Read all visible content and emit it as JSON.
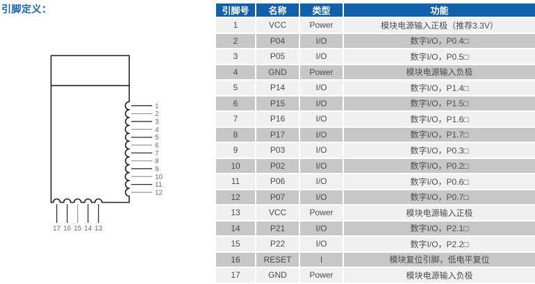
{
  "title": "引脚定义：",
  "colors": {
    "title_blue": "#1464b4",
    "table_header_bg": "#1160ab",
    "table_header_text": "#ffffff",
    "row_odd_bg": "#f0f0f0",
    "row_even_bg": "#c7c7c7",
    "body_text": "#4a4a4a",
    "outline": "#1f1f1f"
  },
  "diagram": {
    "right_pin_labels": [
      "1",
      "2",
      "3",
      "4",
      "5",
      "6",
      "7",
      "8",
      "9",
      "10",
      "11",
      "12"
    ],
    "bottom_pin_labels": [
      "17",
      "16",
      "15",
      "14",
      "13"
    ]
  },
  "table": {
    "headers": [
      "引脚号",
      "名称",
      "类型",
      "功能"
    ],
    "rows": [
      [
        "1",
        "VCC",
        "Power",
        "模块电源输入正极（推荐3.3V）"
      ],
      [
        "2",
        "P04",
        "I/O",
        "数字I/O，P0.4□"
      ],
      [
        "3",
        "P05",
        "I/O",
        "数字I/O，P0.5□"
      ],
      [
        "4",
        "GND",
        "Power",
        "模块电源输入负极"
      ],
      [
        "5",
        "P14",
        "I/O",
        "数字I/O，P1.4□"
      ],
      [
        "6",
        "P15",
        "I/O",
        "数字I/O，P1.5□"
      ],
      [
        "7",
        "P16",
        "I/O",
        "数字I/O，P1.6□"
      ],
      [
        "8",
        "P17",
        "I/O",
        "数字I/O，P1.7□"
      ],
      [
        "9",
        "P03",
        "I/O",
        "数字I/O，P0.3□"
      ],
      [
        "10",
        "P02",
        "I/O",
        "数字I/O，P0.2□"
      ],
      [
        "11",
        "P06",
        "I/O",
        "数字I/O，P0.6□"
      ],
      [
        "12",
        "P07",
        "I/O",
        "数字I/O，P0.7□"
      ],
      [
        "13",
        "VCC",
        "Power",
        "模块电源输入正极"
      ],
      [
        "14",
        "P21",
        "I/O",
        "数字I/O，P2.1□"
      ],
      [
        "15",
        "P22",
        "I/O",
        "数字I/O，P2.2□"
      ],
      [
        "16",
        "RESET",
        "I",
        "模块复位引脚，低电平复位"
      ],
      [
        "17",
        "GND",
        "Power",
        "模块电源输入负极"
      ]
    ]
  }
}
